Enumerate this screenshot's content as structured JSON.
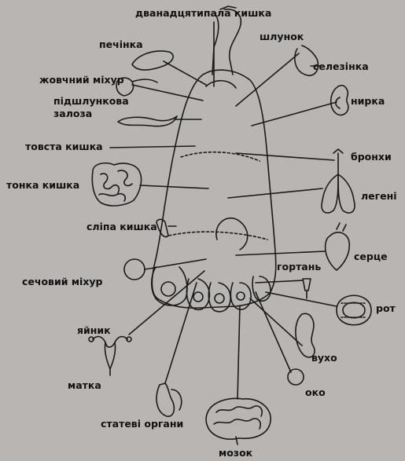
{
  "labels": {
    "duodenum": "дванадцятипала кишка",
    "stomach": "шлунок",
    "liver": "печінка",
    "spleen": "селезінка",
    "gallbladder": "жовчний міхур",
    "kidney": "нирка",
    "pancreas_1": "підшлункова",
    "pancreas_2": "залоза",
    "colon": "товста кишка",
    "bronchi": "бронхи",
    "small_intestine": "тонка кишка",
    "lungs": "легені",
    "cecum": "сліпа кишка",
    "heart": "серце",
    "larynx": "гортань",
    "bladder": "сечовий міхур",
    "mouth": "рот",
    "ovary": "яйник",
    "ear": "вухо",
    "uterus": "матка",
    "eye": "око",
    "genitals": "статеві органи",
    "brain": "мозок"
  },
  "colors": {
    "ink": "#1a1a1a",
    "paper": "#b9b5b2",
    "ghost_text": "#a7a3a0"
  }
}
